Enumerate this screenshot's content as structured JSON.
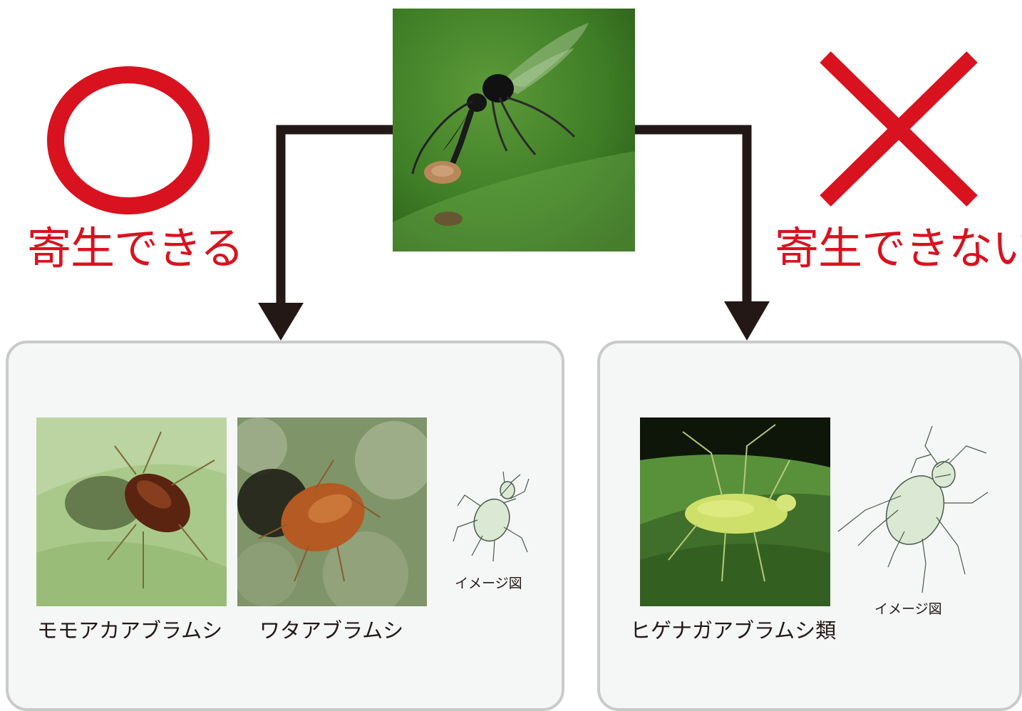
{
  "verdicts": {
    "can_parasitize": "寄生できる",
    "cannot_parasitize": "寄生できない"
  },
  "marks": {
    "ok_symbol": "circle-mark",
    "ng_symbol": "cross-mark",
    "color": "#d9121f"
  },
  "panels": {
    "can": {
      "species": [
        {
          "name": "モモアカアブラムシ"
        },
        {
          "name": "ワタアブラムシ"
        }
      ],
      "illustration_caption": "イメージ図"
    },
    "cannot": {
      "species": [
        {
          "name": "ヒゲナガアブラムシ類"
        }
      ],
      "illustration_caption": "イメージ図"
    }
  },
  "colors": {
    "arrow": "#231815",
    "panel_fill": "#f5f7f7",
    "panel_border": "#c9cbcb",
    "text": "#231815"
  }
}
